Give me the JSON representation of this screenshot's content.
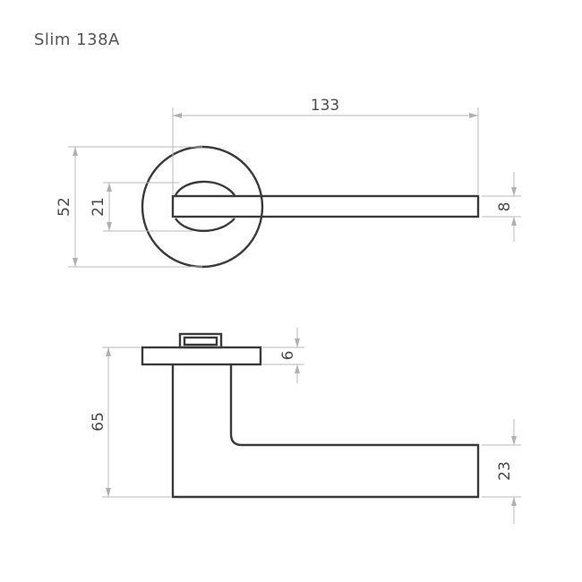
{
  "title": "Slim 138A",
  "dimensions": {
    "lever_length": "133",
    "rosette_diameter": "52",
    "neck_diameter": "21",
    "lever_thickness": "8",
    "rosette_thickness": "6",
    "total_depth": "65",
    "lever_height": "23"
  }
}
